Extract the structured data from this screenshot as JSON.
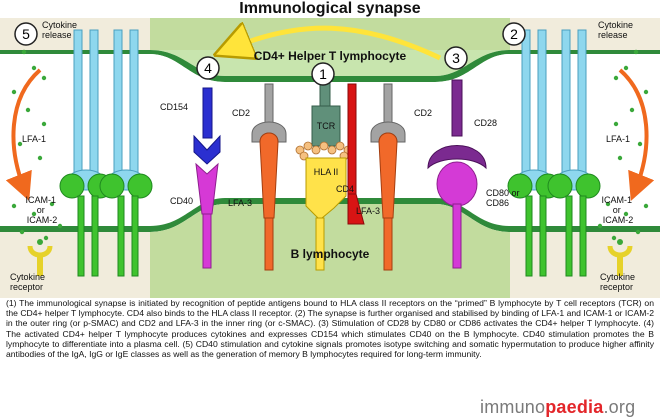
{
  "title": "Immunological synapse",
  "labels": {
    "t_cell": "CD4+ Helper T lymphocyte",
    "b_cell": "B lymphocyte",
    "cytokine_release_left": "Cytokine release",
    "cytokine_release_right": "Cytokine release",
    "lfa1": "LFA-1",
    "icam_left": "ICAM-1 or ICAM-2",
    "icam_right": "ICAM-1 or ICAM-2",
    "cytokine_receptor": "Cytokine receptor",
    "cd154": "CD154",
    "cd40": "CD40",
    "cd2": "CD2",
    "lfa3": "LFA-3",
    "tcr": "TCR",
    "hla2": "HLA II",
    "cd4": "CD4",
    "cd28": "CD28",
    "cd80_86": "CD80 or CD86"
  },
  "step_numbers": [
    "1",
    "2",
    "3",
    "4",
    "5"
  ],
  "caption": "(1) The immunological synapse is initiated by recognition of peptide antigens bound to HLA class II receptors on the “primed” B lymphocyte by T cell receptors (TCR) on the CD4+ helper T lymphocyte. CD4 also binds to the HLA class II receptor. (2) The synapse is further organised and stabilised by binding of LFA-1 and ICAM-1 or ICAM-2 in the outer ring (or p-SMAC) and CD2 and LFA-3 in the inner ring (or c-SMAC). (3) Stimulation of CD28 by CD80 or CD86 activates the CD4+ helper T lymphocyte. (4) The activated CD4+ helper T lymphocyte produces cytokines and expresses CD154 which stimulates CD40 on the B lymphocyte. CD40 stimulation promotes the B lymphocyte to differentiate into a plasma cell. (5)  CD40 stimulation and cytokine signals promotes isotype switching and somatic hypermutation to produce higher affinity antibodies of the IgA, IgG or IgE classes as well as the generation of memory B lymphocytes required for long-term immunity.",
  "brand": {
    "prefix": "immuno",
    "accent": "paedia",
    "suffix": ".org"
  },
  "colors": {
    "membrane": "#2f8a3a",
    "t_cell_fill": "#f1ecdc",
    "lfa1": "#8ed7ee",
    "icam": "#3fc32e",
    "cd154": "#2b2fd0",
    "cd40": "#d639d6",
    "cd2": "#a3a3a3",
    "lfa3": "#f1692a",
    "tcr": "#60907a",
    "hla2": "#ffe24a",
    "cd4": "#d81414",
    "cd28": "#7b2a90",
    "cd80": "#d43ad6",
    "cytokine_arrow": "#f0691e",
    "synapse_arrow": "#ffe43a",
    "cytokine_dot": "#3aa83a"
  }
}
